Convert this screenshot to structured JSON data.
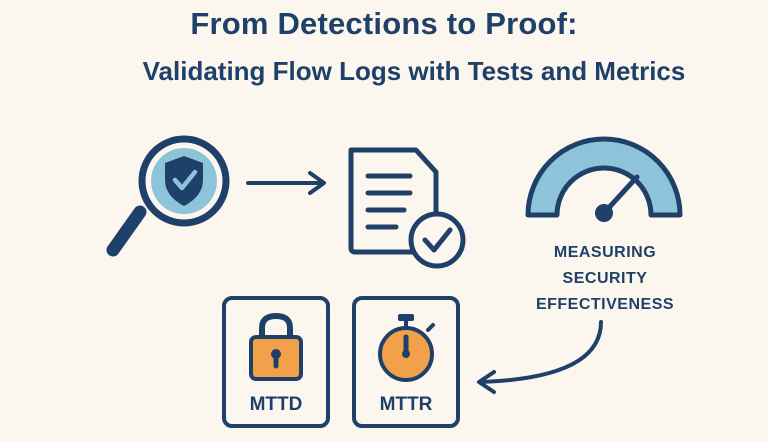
{
  "title": {
    "line1": "From Detections to Proof:",
    "line2": "Validating Flow Logs with Tests and Metrics"
  },
  "gauge_caption": {
    "line1": "MEASURING",
    "line2": "SECURITY",
    "line3": "EFFECTIVENESS"
  },
  "metrics": {
    "mttd": "MTTD",
    "mttr": "MTTR"
  },
  "icons": {
    "detection": "magnifier-shield-check-icon",
    "report": "checked-document-icon",
    "gauge": "speedometer-gauge-icon",
    "lock": "padlock-icon",
    "timer": "stopwatch-icon"
  },
  "colors": {
    "navy": "#1f4068",
    "light_blue": "#8ec4d9",
    "orange": "#f2a04a",
    "background": "#fbf6ee"
  }
}
